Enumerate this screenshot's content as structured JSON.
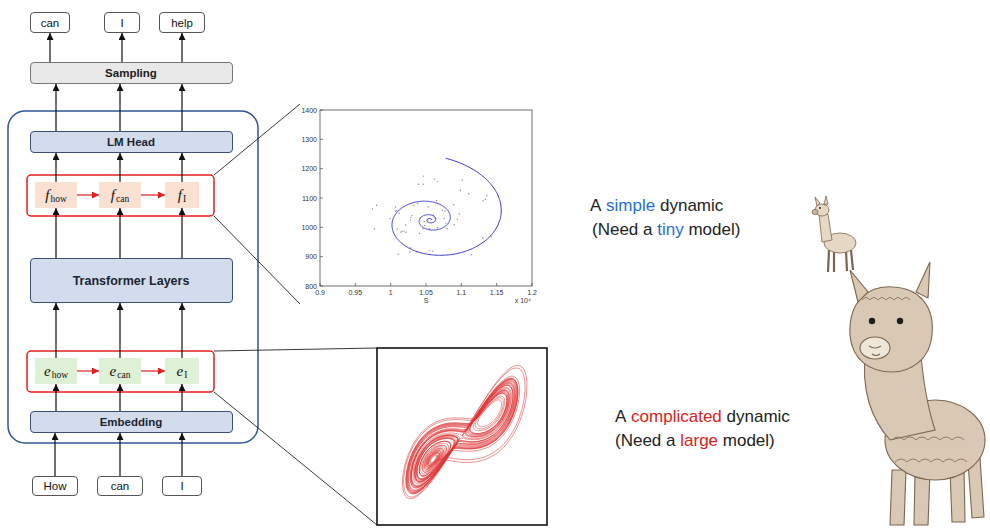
{
  "diagram": {
    "nodes": [
      {
        "text": [
          "can"
        ]
      },
      {
        "text": [
          "I"
        ]
      },
      {
        "text": [
          "help"
        ]
      },
      {
        "text": [
          "Sampling"
        ]
      },
      {
        "text": [
          "LM Head"
        ]
      },
      {
        "text": [
          "f",
          "how"
        ]
      },
      {
        "text": [
          "f",
          "can"
        ]
      },
      {
        "text": [
          "f",
          "I"
        ]
      },
      {
        "text": [
          "Transformer Layers"
        ]
      },
      {
        "text": [
          "e",
          "how"
        ]
      },
      {
        "text": [
          "e",
          "can"
        ]
      },
      {
        "text": [
          "e",
          "I"
        ]
      },
      {
        "text": [
          "Embedding"
        ]
      },
      {
        "text": [
          "How"
        ]
      },
      {
        "text": [
          "can"
        ]
      },
      {
        "text": [
          "I"
        ]
      }
    ],
    "edges": [
      {
        "from": 3,
        "to": 0,
        "arrow": "to"
      },
      {
        "from": 3,
        "to": 1,
        "arrow": "to"
      },
      {
        "from": 3,
        "to": 2,
        "arrow": "to"
      },
      {
        "from": 4,
        "to": 3,
        "arrow": "to"
      },
      {
        "from": 4,
        "to": 3,
        "arrow": "to"
      },
      {
        "from": 4,
        "to": 3,
        "arrow": "to"
      },
      {
        "from": 5,
        "to": 4,
        "arrow": "to"
      },
      {
        "from": 6,
        "to": 4,
        "arrow": "to"
      },
      {
        "from": 7,
        "to": 4,
        "arrow": "to"
      },
      {
        "from": 5,
        "to": 6,
        "arrow": "to"
      },
      {
        "from": 6,
        "to": 7,
        "arrow": "to"
      },
      {
        "from": 8,
        "to": 5,
        "arrow": "to"
      },
      {
        "from": 8,
        "to": 6,
        "arrow": "to"
      },
      {
        "from": 8,
        "to": 7,
        "arrow": "to"
      },
      {
        "from": 9,
        "to": 8,
        "arrow": "to"
      },
      {
        "from": 10,
        "to": 8,
        "arrow": "to"
      },
      {
        "from": 11,
        "to": 8,
        "arrow": "to"
      },
      {
        "from": 9,
        "to": 10,
        "arrow": "to"
      },
      {
        "from": 10,
        "to": 11,
        "arrow": "to"
      },
      {
        "from": 12,
        "to": 9,
        "arrow": "to"
      },
      {
        "from": 12,
        "to": 10,
        "arrow": "to"
      },
      {
        "from": 12,
        "to": 11,
        "arrow": "to"
      },
      {
        "from": 13,
        "to": 12,
        "arrow": "to"
      },
      {
        "from": 14,
        "to": 12,
        "arrow": "to"
      },
      {
        "from": 15,
        "to": 12,
        "arrow": "to"
      }
    ],
    "labels": [
      "A",
      "simple",
      "dynamic",
      "(Need a",
      "tiny",
      "model)",
      "A",
      "complicated",
      "dynamic",
      "(Need a",
      "large",
      "model)",
      "1400",
      "1300",
      "1200",
      "1100",
      "1000",
      "900",
      "800",
      "0.9",
      "0.95",
      "1",
      "1.05",
      "1.1",
      "1.15",
      "1.2",
      "S",
      "x 10⁴"
    ]
  }
}
